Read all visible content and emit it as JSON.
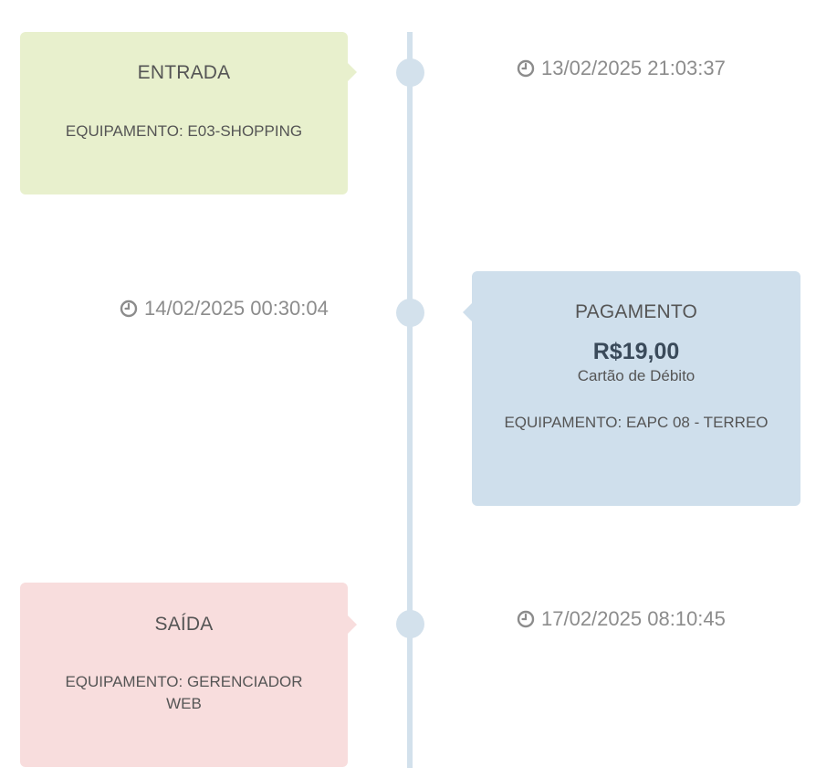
{
  "events": [
    {
      "title": "ENTRADA",
      "equipment": "EQUIPAMENTO: E03-SHOPPING",
      "timestamp": "13/02/2025 21:03:37",
      "color": "#e8f0cd"
    },
    {
      "title": "PAGAMENTO",
      "amount": "R$19,00",
      "method": "Cartão de Débito",
      "equipment": "EQUIPAMENTO: EAPC 08 - TERREO",
      "timestamp": "14/02/2025 00:30:04",
      "color": "#cfdfec"
    },
    {
      "title": "SAÍDA",
      "equipment": "EQUIPAMENTO: GERENCIADOR WEB",
      "timestamp": "17/02/2025 08:10:45",
      "color": "#f8dddd"
    }
  ],
  "icons": {
    "clock": "clock-icon"
  },
  "colors": {
    "axis": "#d3e1ec",
    "timestamp_text": "#8c8c8c"
  }
}
